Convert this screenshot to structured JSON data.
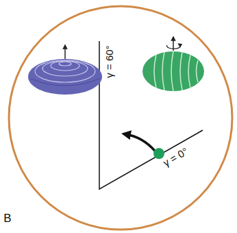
{
  "diagram": {
    "labels": [
      "γ = 60°",
      "γ = 0°",
      "B"
    ]
  }
}
